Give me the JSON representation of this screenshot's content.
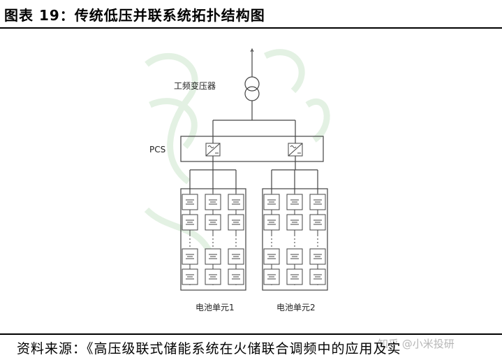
{
  "header": {
    "figure_title": "图表 19：传统低压并联系统拓扑结构图"
  },
  "diagram": {
    "transformer_label": "工频变压器",
    "pcs_label": "PCS",
    "battery_unit_1_label": "电池单元1",
    "battery_unit_2_label": "电池单元2"
  },
  "footer": {
    "source_text": "资料来源：《高压级联式储能系统在火储联合调频中的应用及实",
    "watermark": "知乎 @小米投研"
  },
  "colors": {
    "line": "#444444",
    "background_pattern": "#e3f1e3"
  }
}
